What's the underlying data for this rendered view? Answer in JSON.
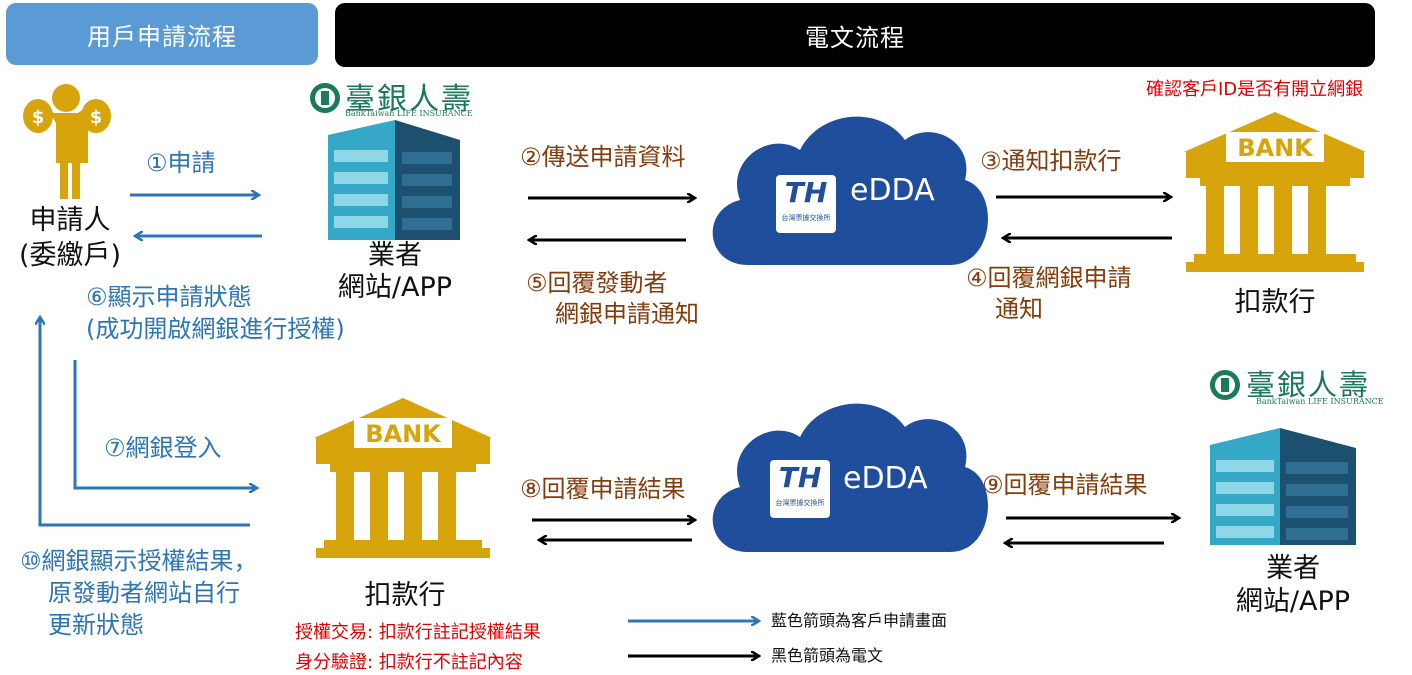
{
  "header": {
    "user_flow": "用戶申請流程",
    "message_flow": "電文流程"
  },
  "actors": {
    "applicant_line1": "申請人",
    "applicant_line2": "(委繳戶)",
    "merchant_top_line1": "業者",
    "merchant_top_line2": "網站/APP",
    "bank_top": "扣款行",
    "bank_bottom": "扣款行",
    "merchant_bottom_line1": "業者",
    "merchant_bottom_line2": "網站/APP"
  },
  "logos": {
    "insurer_cn": "臺銀人壽",
    "insurer_en": "BankTaiwan LIFE INSURANCE",
    "bank_sign": "BANK",
    "edda": "eDDA",
    "th_mark": "TH",
    "th_caption": "台灣票據交換所"
  },
  "steps": {
    "s1": "①申請",
    "s2": "②傳送申請資料",
    "s3": "③通知扣款行",
    "s4_line1": "④回覆網銀申請",
    "s4_line2": "通知",
    "s5_line1": "⑤回覆發動者",
    "s5_line2": "網銀申請通知",
    "s6_line1": "⑥顯示申請狀態",
    "s6_line2": "(成功開啟網銀進行授權)",
    "s7": "⑦網銀登入",
    "s8": "⑧回覆申請結果",
    "s9": "⑨回覆申請結果",
    "s10_line1": "⑩網銀顯示授權結果，",
    "s10_line2": "原發動者網站自行",
    "s10_line3": "更新狀態"
  },
  "notes": {
    "confirm_id": "確認客戶ID是否有開立網銀",
    "auth_txn": "授權交易: 扣款行註記授權結果",
    "id_verify": "身分驗證: 扣款行不註記內容"
  },
  "legend": {
    "blue_arrow": "藍色箭頭為客戶申請畫面",
    "black_arrow": "黑色箭頭為電文"
  },
  "colors": {
    "blue": "#2e75b6",
    "header_blue": "#5b9bd5",
    "gold": "#d8a40c",
    "cloud": "#1f4e9c",
    "step_brown": "#843c0c",
    "note_red": "#e00000"
  }
}
